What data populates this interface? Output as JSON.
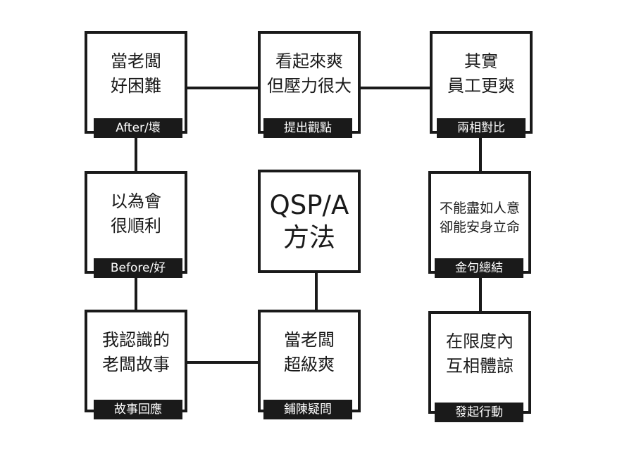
{
  "cards": [
    {
      "id": "after",
      "text": "當老闆\n好困難",
      "tag": "After/壞"
    },
    {
      "id": "idea",
      "text": "看起來爽\n但壓力很大",
      "tag": "提出觀點"
    },
    {
      "id": "compare",
      "text": "其實\n員工更爽",
      "tag": "兩相對比"
    },
    {
      "id": "before",
      "text": "以為會\n很順利",
      "tag": "Before/好"
    },
    {
      "id": "summary",
      "text": "不能盡如人意\n卻能安身立命",
      "tag": "金句總結"
    },
    {
      "id": "story",
      "text": "我認識的\n老闆故事",
      "tag": "故事回應"
    },
    {
      "id": "question",
      "text": "當老闆\n超級爽",
      "tag": "鋪陳疑問"
    },
    {
      "id": "action",
      "text": "在限度內\n互相體諒",
      "tag": "發起行動"
    }
  ],
  "center": {
    "text": "QSP/A\n方法"
  }
}
